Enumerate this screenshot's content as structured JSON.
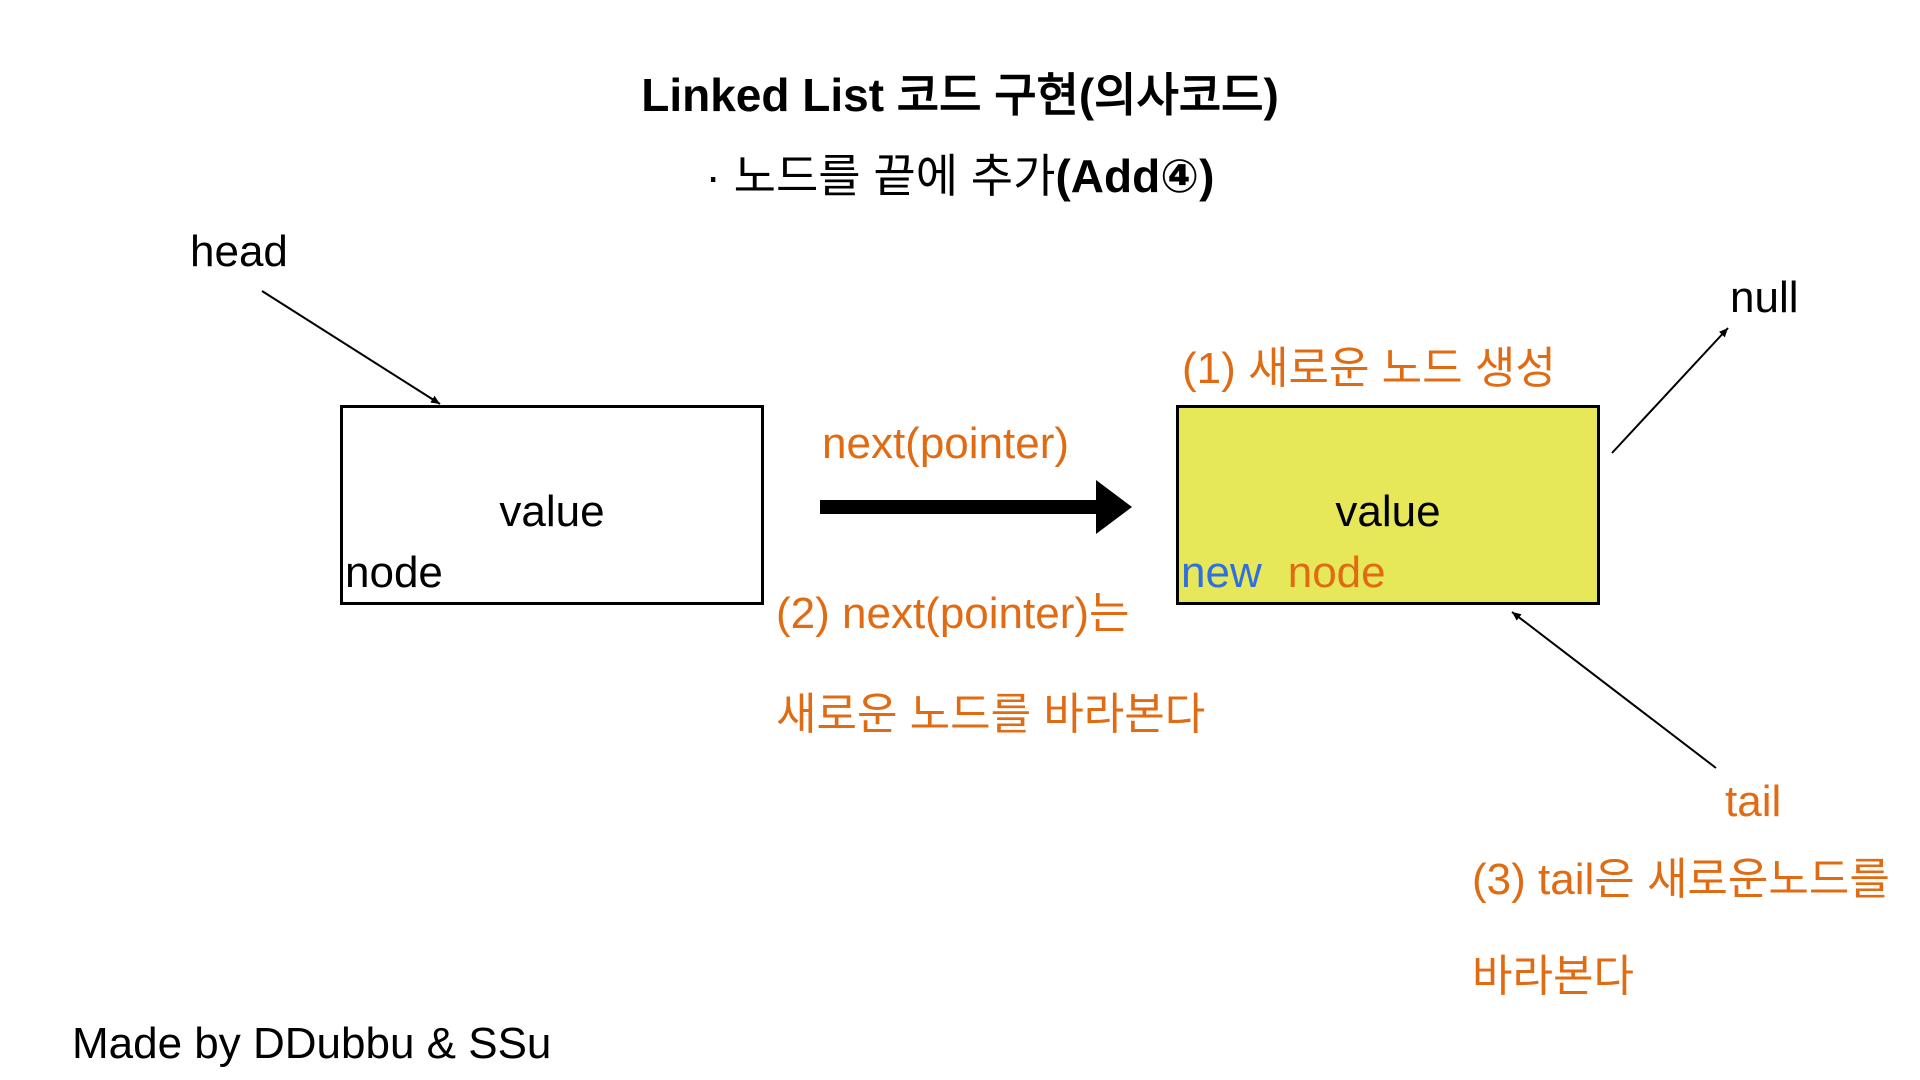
{
  "title": "Linked List 코드 구현(의사코드)",
  "subtitle": {
    "prefix": "· 노드를 끝에 추가",
    "bold": "(Add④)"
  },
  "labels": {
    "head": "head",
    "null": "null",
    "tail": "tail",
    "next_pointer": "next(pointer)"
  },
  "nodes": {
    "old": {
      "value": "value",
      "tag": "node"
    },
    "new": {
      "value": "value",
      "tag_new": "new",
      "tag_node": "node"
    }
  },
  "steps": {
    "step1": "(1) 새로운 노드 생성",
    "step2_line1": "(2) next(pointer)는",
    "step2_line2": "새로운 노드를 바라본다",
    "step3_line1": "(3) tail은 새로운노드를",
    "step3_line2": "바라본다"
  },
  "footer": "Made by DDubbu & SSu",
  "colors": {
    "accent_orange": "#e06b12",
    "new_blue": "#2f6fe0",
    "new_node_fill": "#e6e85a"
  }
}
